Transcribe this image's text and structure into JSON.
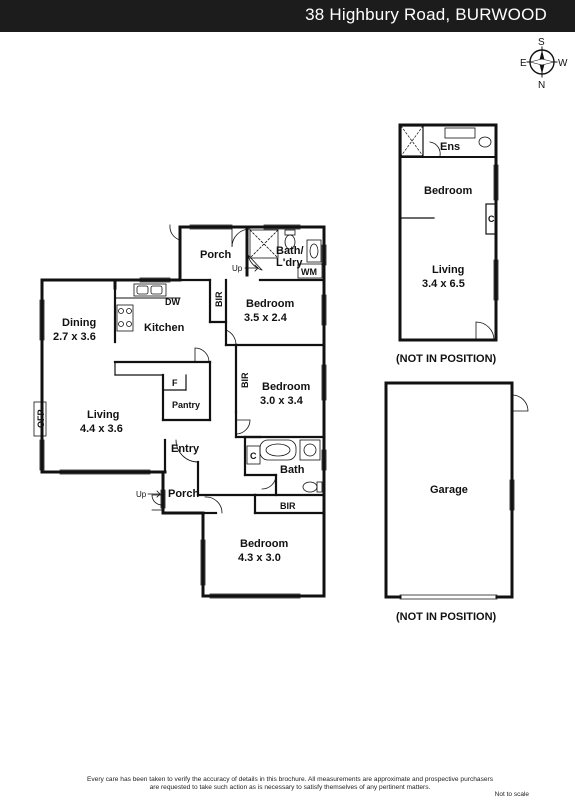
{
  "header": {
    "address": "38 Highbury Road, BURWOOD"
  },
  "compass": {
    "north": "N",
    "south": "S",
    "east": "E",
    "west": "W"
  },
  "rooms": {
    "porch_top": "Porch",
    "bath_ldry_1": "Bath/",
    "bath_ldry_2": "L'dry",
    "wm": "WM",
    "up_top": "Up",
    "dw": "DW",
    "kitchen": "Kitchen",
    "dining": "Dining",
    "dining_size": "2.7 x 3.6",
    "bir_1": "BIR",
    "bedroom_1": "Bedroom",
    "bedroom_1_size": "3.5 x 2.4",
    "bir_2": "BIR",
    "bedroom_2": "Bedroom",
    "bedroom_2_size": "3.0 x 3.4",
    "f": "F",
    "pantry": "Pantry",
    "ofp": "OFP",
    "living": "Living",
    "living_size": "4.4 x 3.6",
    "entry": "Entry",
    "c_bath": "C",
    "bath": "Bath",
    "up_bottom": "Up",
    "porch_bottom": "Porch",
    "bir_3": "BIR",
    "bedroom_3": "Bedroom",
    "bedroom_3_size": "4.3 x 3.0",
    "ens": "Ens",
    "bedroom_studio": "Bedroom",
    "c_studio": "C",
    "living_studio": "Living",
    "living_studio_size": "3.4 x 6.5",
    "not_in_position_1": "(NOT IN POSITION)",
    "garage": "Garage",
    "not_in_position_2": "(NOT IN POSITION)"
  },
  "footer": {
    "line1": "Every care has been taken to verify the accuracy of details in this brochure.  All measurements are approximate and prospective purchasers",
    "line2": "are requested to take such action as is necessary to satisfy themselves of any pertinent matters.",
    "scale": "Not to scale"
  }
}
